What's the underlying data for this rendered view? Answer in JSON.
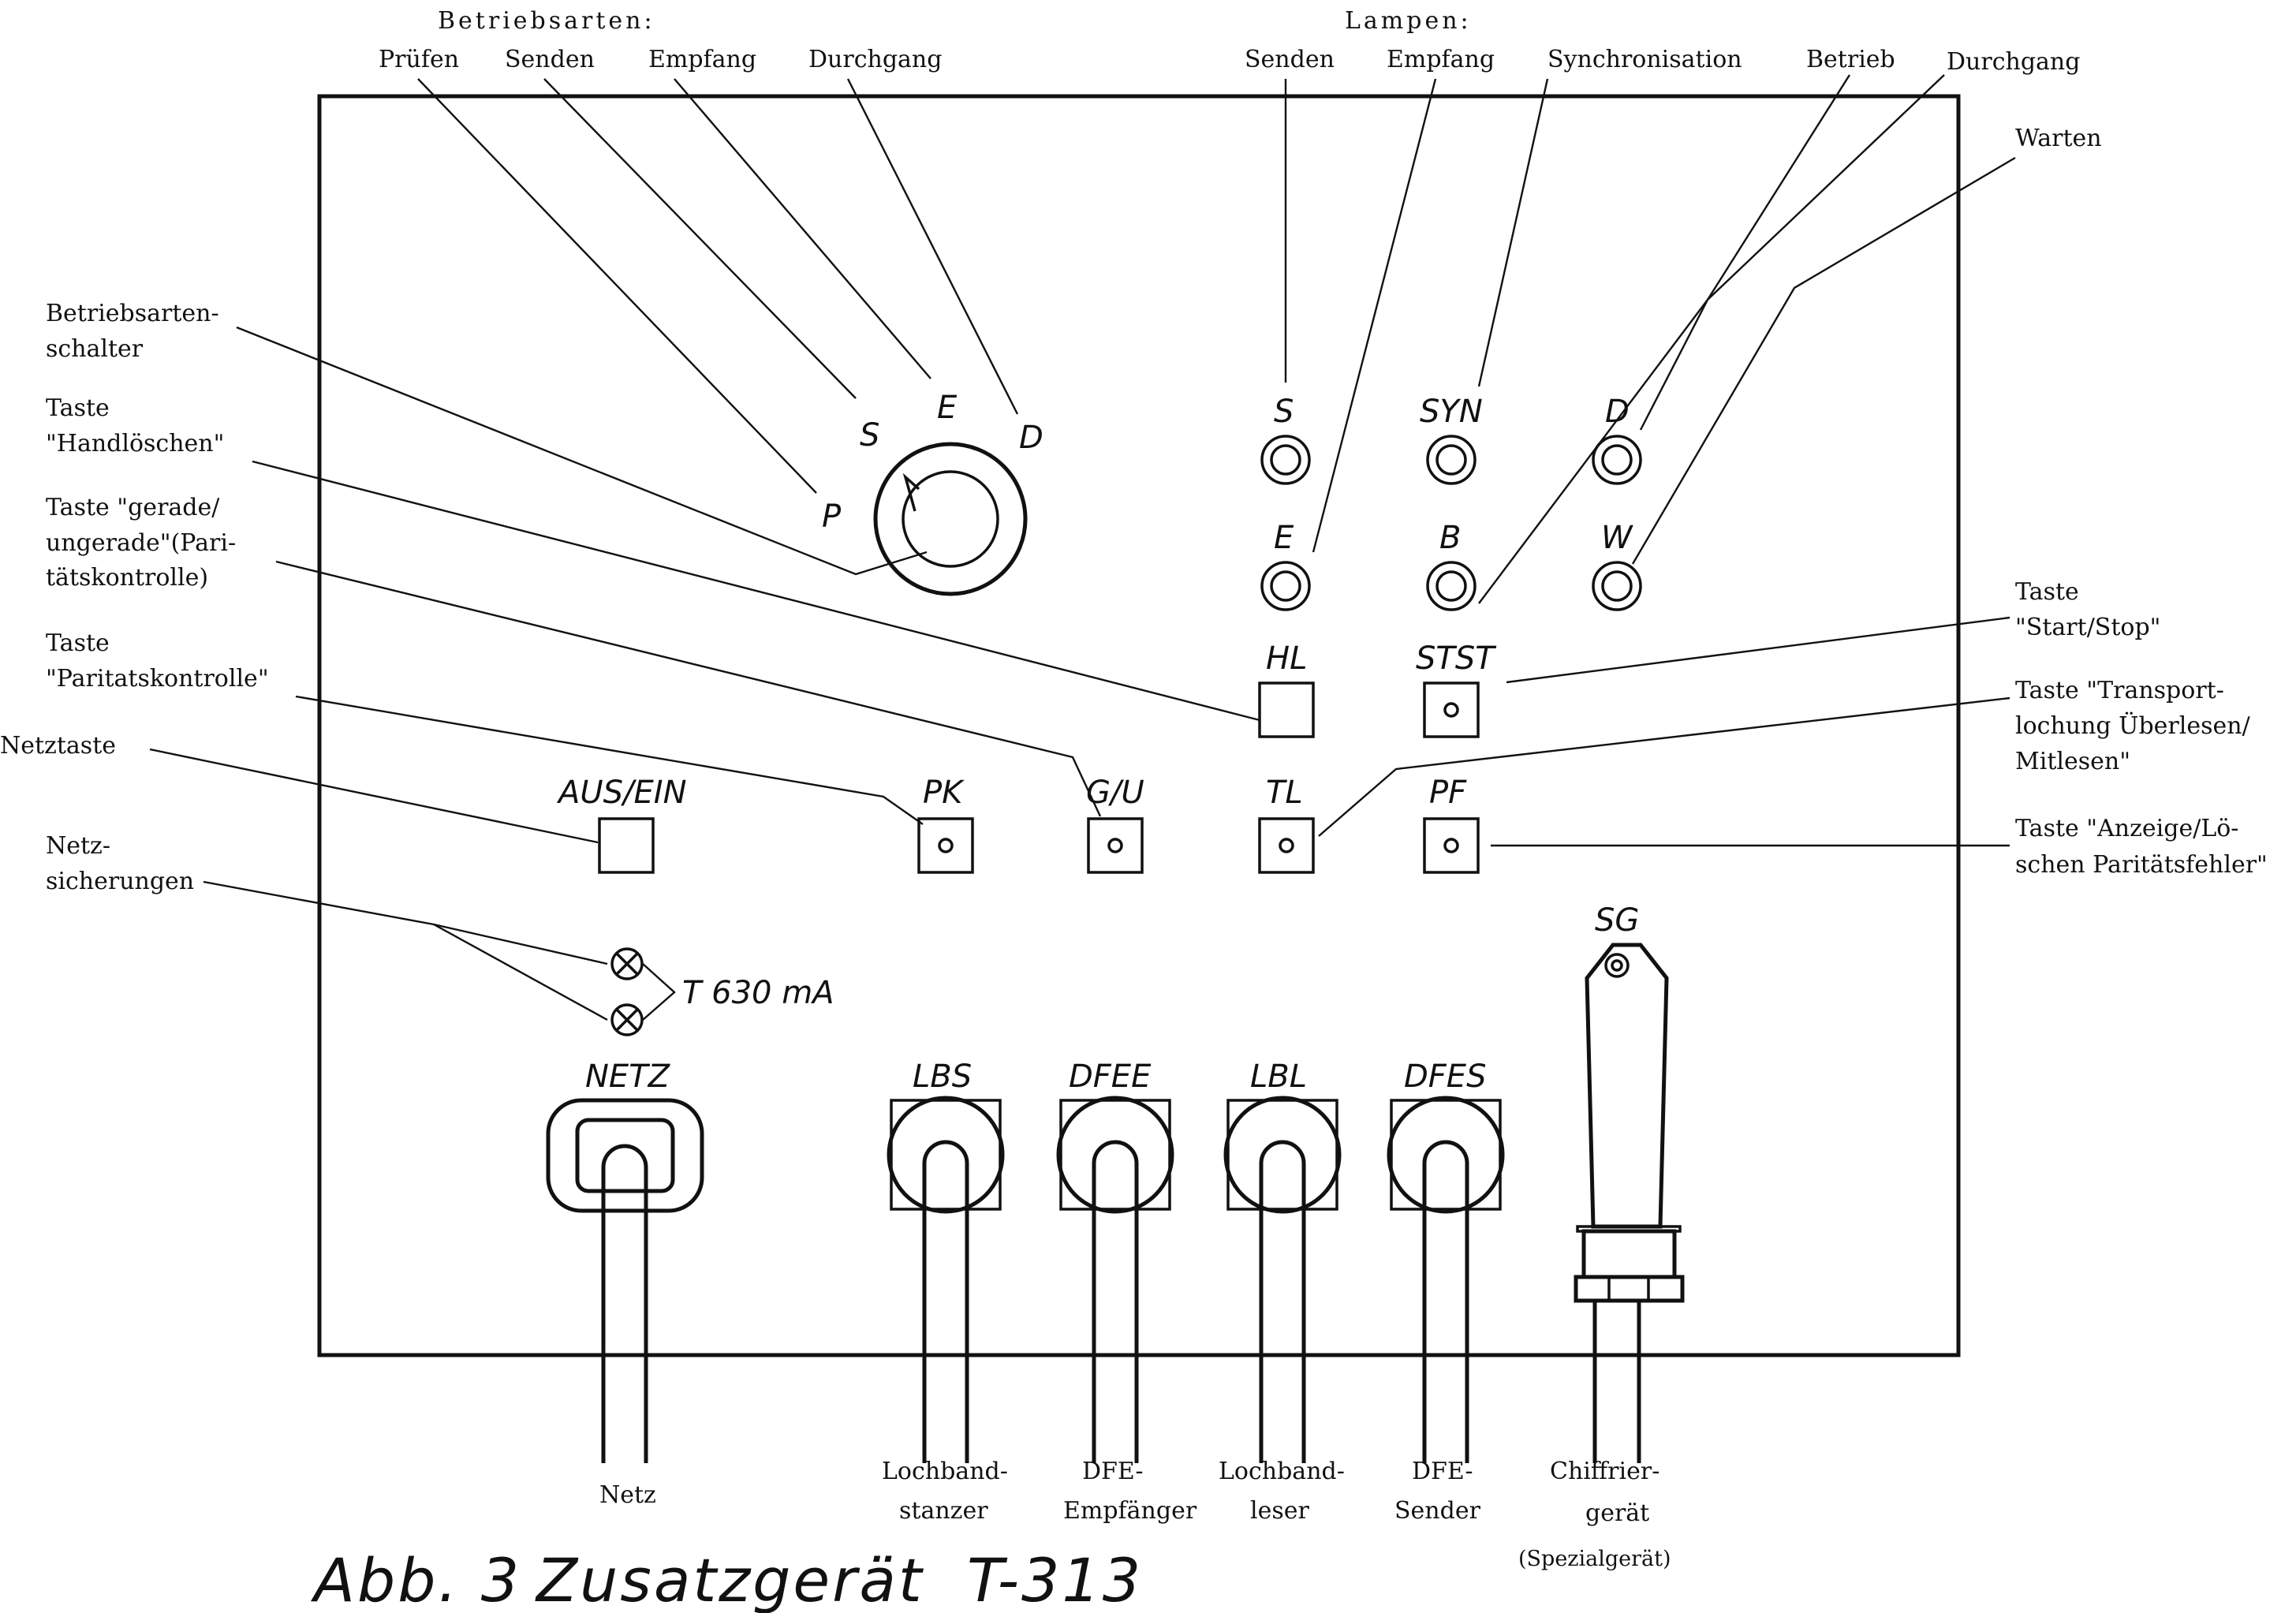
{
  "modes": {
    "header": "Betriebsarten:",
    "pruefen": "Prüfen",
    "senden": "Senden",
    "empfang": "Empfang",
    "durchgang": "Durchgang"
  },
  "lamps": {
    "header": "Lampen:",
    "senden": "Senden",
    "empfang": "Empfang",
    "synchronisation": "Synchronisation",
    "betrieb": "Betrieb",
    "durchgang": "Durchgang",
    "warten": "Warten"
  },
  "left_labels": {
    "mode_switch_1": "Betriebsarten-",
    "mode_switch_2": "schalter",
    "hl_1": "Taste",
    "hl_2": "\"Handlöschen\"",
    "gu_1": "Taste \"gerade/",
    "gu_2": "ungerade\"(Pari-",
    "gu_3": "tätskontrolle)",
    "pk_1": "Taste",
    "pk_2": "\"Paritatskontrolle\"",
    "netztaste": "Netztaste",
    "fuses_1": "Netz-",
    "fuses_2": "sicherungen"
  },
  "right_labels": {
    "stst_1": "Taste",
    "stst_2": "\"Start/Stop\"",
    "tl_1": "Taste \"Transport-",
    "tl_2": "lochung Überlesen/",
    "tl_3": "Mitlesen\"",
    "pf_1": "Taste \"Anzeige/Lö-",
    "pf_2": "schen Paritätsfehler\""
  },
  "panel_codes": {
    "switch_p": "P",
    "switch_s": "S",
    "switch_e": "E",
    "switch_d": "D",
    "lamp_s": "S",
    "lamp_syn": "SYN",
    "lamp_d": "D",
    "lamp_e": "E",
    "lamp_b": "B",
    "lamp_w": "W",
    "hl": "HL",
    "stst": "STST",
    "aus_ein": "AUS/EIN",
    "pk": "PK",
    "gu": "G/U",
    "tl": "TL",
    "pf": "PF",
    "fuse": "T 630 mA",
    "netz": "NETZ",
    "lbs": "LBS",
    "dfee": "DFEE",
    "lbl": "LBL",
    "dfes": "DFES",
    "sg": "SG"
  },
  "cables": {
    "netz": "Netz",
    "lbs_1": "Lochband-",
    "lbs_2": "stanzer",
    "dfee_1": "DFE-",
    "dfee_2": "Empfänger",
    "lbl_1": "Lochband-",
    "lbl_2": "leser",
    "dfes_1": "DFE-",
    "dfes_2": "Sender",
    "sg_1": "Chiffrier-",
    "sg_2": "gerät",
    "sg_3": "(Spezialgerät)"
  },
  "caption": {
    "number": "Abb. 3",
    "title": "Zusatzgerät  T-313"
  }
}
